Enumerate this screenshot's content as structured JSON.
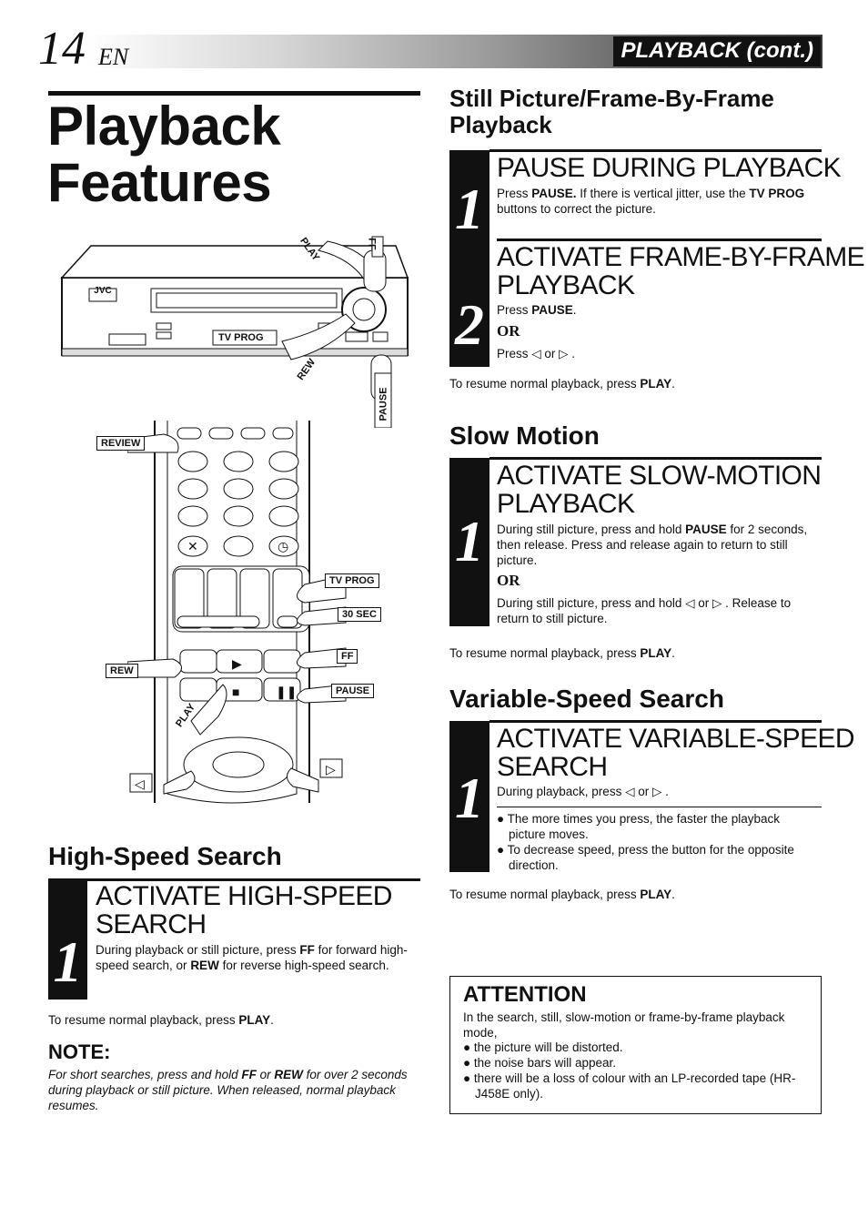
{
  "header": {
    "page_number": "14",
    "lang": "EN",
    "section": "PLAYBACK (cont.)"
  },
  "title": {
    "line1": "Playback",
    "line2": "Features"
  },
  "illustration": {
    "vcr_labels": {
      "brand": "JVC",
      "play": "PLAY",
      "ff": "FF",
      "tv_prog": "TV PROG",
      "rew": "REW",
      "pause": "PAUSE"
    },
    "remote_labels": {
      "review": "REVIEW",
      "tv_prog": "TV PROG",
      "sec30": "30 SEC",
      "ff": "FF",
      "rew": "REW",
      "pause": "PAUSE",
      "play": "PLAY"
    }
  },
  "high_speed": {
    "heading": "High-Speed Search",
    "step_num": "1",
    "step_title_1": "ACTIVATE HIGH-SPEED",
    "step_title_2": "SEARCH",
    "body_1": "During playback or still picture, press ",
    "body_ff": "FF",
    "body_2": " for forward high-speed search, or ",
    "body_rew": "REW",
    "body_3": " for reverse high-speed search.",
    "resume_text": "To resume normal playback, press ",
    "resume_key": "PLAY",
    "resume_end": "."
  },
  "note": {
    "heading": "NOTE:",
    "t1": "For short searches, press and hold ",
    "ff": "FF",
    "t2": " or ",
    "rew": "REW",
    "t3": " for over 2 seconds during playback or still picture. When released, normal playback resumes."
  },
  "still": {
    "heading_1": "Still Picture/Frame-By-Frame",
    "heading_2": "Playback",
    "step1_num": "1",
    "step1_title": "PAUSE DURING PLAYBACK",
    "step1_t1": "Press ",
    "step1_k1": "PAUSE.",
    "step1_t2": " If there is vertical jitter, use the ",
    "step1_k2": "TV PROG",
    "step1_t3": " buttons to correct the picture.",
    "step2_num": "2",
    "step2_title_1": "ACTIVATE FRAME-BY-FRAME",
    "step2_title_2": "PLAYBACK",
    "step2_t1": "Press ",
    "step2_k1": "PAUSE",
    "step2_t2": ".",
    "or": "OR",
    "step2_alt": "Press ◁ or ▷ .",
    "resume_text": "To resume normal playback, press ",
    "resume_key": "PLAY",
    "resume_end": "."
  },
  "slow": {
    "heading": "Slow Motion",
    "step_num": "1",
    "step_title_1": "ACTIVATE SLOW-MOTION",
    "step_title_2": "PLAYBACK",
    "t1": "During still picture, press and hold ",
    "k1": "PAUSE",
    "t2": "  for 2 seconds, then release. Press and release again to return to still picture.",
    "or": "OR",
    "alt": "During still picture, press and hold ◁ or ▷ . Release to return to still picture.",
    "resume_text": "To resume normal playback, press ",
    "resume_key": "PLAY",
    "resume_end": "."
  },
  "variable": {
    "heading": "Variable-Speed Search",
    "step_num": "1",
    "step_title_1": "ACTIVATE VARIABLE-SPEED",
    "step_title_2": "SEARCH",
    "body": "During playback, press ◁ or ▷ .",
    "bullets": [
      "● The more times you press, the faster the playback picture moves.",
      "● To decrease speed, press the button for the opposite direction."
    ],
    "resume_text": "To resume normal playback, press ",
    "resume_key": "PLAY",
    "resume_end": "."
  },
  "attention": {
    "heading": "ATTENTION",
    "intro": "In the search, still, slow-motion or frame-by-frame playback mode,",
    "bullets": [
      "● the picture will be distorted.",
      "● the noise bars will appear.",
      "● there will be a loss of colour with an LP-recorded tape (HR-J458E only)."
    ]
  }
}
